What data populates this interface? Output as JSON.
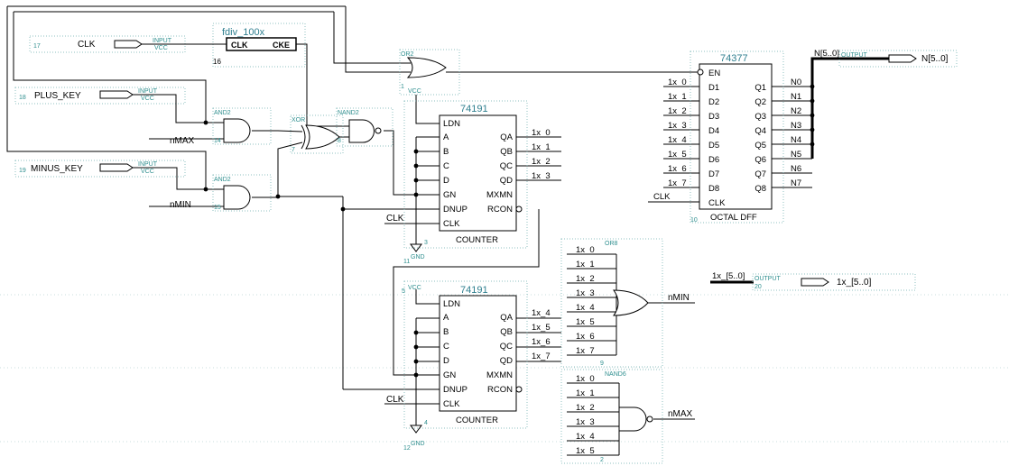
{
  "colors": {
    "wire": "#000000",
    "dotted": "#8fc2c2",
    "teal": "#2f7f8f",
    "bg": "#ffffff"
  },
  "inputs": {
    "clk": {
      "name": "CLK",
      "type": "INPUT",
      "sub": "VCC",
      "num": "17"
    },
    "plus": {
      "name": "PLUS_KEY",
      "type": "INPUT",
      "sub": "VCC",
      "num": "18"
    },
    "minus": {
      "name": "MINUS_KEY",
      "type": "INPUT",
      "sub": "VCC",
      "num": "19"
    }
  },
  "fdiv": {
    "title": "fdiv_100x",
    "pin_in": "CLK",
    "pin_out": "CKE",
    "num": "16"
  },
  "or2": {
    "label": "OR2",
    "vcc": "VCC",
    "num": "1"
  },
  "and_top": {
    "label": "AND2",
    "num": "14"
  },
  "and_bot": {
    "label": "AND2",
    "num": "15"
  },
  "xor": {
    "label": "XOR",
    "num": "7"
  },
  "nand2": {
    "label": "NAND2",
    "num": "8"
  },
  "or8": {
    "label": "OR8",
    "num": "9"
  },
  "nand6": {
    "label": "NAND6",
    "num": "2"
  },
  "nets": {
    "nmax": "nMAX",
    "nmin": "nMIN",
    "clk": "CLK"
  },
  "counter1": {
    "title": "74191",
    "caption": "COUNTER",
    "num": "3",
    "vcc": "",
    "gnd": "GND",
    "gnd_num": "11",
    "left_pins": [
      "LDN",
      "A",
      "B",
      "C",
      "D",
      "GN",
      "DNUP",
      "CLK"
    ],
    "right_pins": [
      "QA",
      "QB",
      "QC",
      "QD",
      "MXMN",
      "RCON"
    ],
    "outputs": [
      "1x_0",
      "1x_1",
      "1x_2",
      "1x_3"
    ]
  },
  "counter2": {
    "title": "74191",
    "caption": "COUNTER",
    "num": "4",
    "vcc": "VCC",
    "vcc_num": "5",
    "gnd": "GND",
    "gnd_num": "12",
    "left_pins": [
      "LDN",
      "A",
      "B",
      "C",
      "D",
      "GN",
      "DNUP",
      "CLK"
    ],
    "right_pins": [
      "QA",
      "QB",
      "QC",
      "QD",
      "MXMN",
      "RCON"
    ],
    "outputs": [
      "1x_4",
      "1x_5",
      "1x_6",
      "1x_7"
    ]
  },
  "dff": {
    "title": "74377",
    "caption": "OCTAL DFF",
    "num": "10",
    "left_pins": [
      "EN",
      "D1",
      "D2",
      "D3",
      "D4",
      "D5",
      "D6",
      "D7",
      "D8",
      "CLK"
    ],
    "right_pins": [
      "Q1",
      "Q2",
      "Q3",
      "Q4",
      "Q5",
      "Q6",
      "Q7",
      "Q8"
    ],
    "inputs": [
      "1x_0",
      "1x_1",
      "1x_2",
      "1x_3",
      "1x_4",
      "1x_5",
      "1x_6",
      "1x_7"
    ],
    "clk": "CLK",
    "outputs": [
      "N0",
      "N1",
      "N2",
      "N3",
      "N4",
      "N5",
      "N6",
      "N7"
    ]
  },
  "out_n": {
    "bus": "N[5..0]",
    "type": "OUTPUT",
    "name": "N[5..0]",
    "num": ""
  },
  "out_x": {
    "bus": "1x_[5..0]",
    "type": "OUTPUT",
    "name": "1x_[5..0]",
    "num": "20"
  },
  "or8_inputs": [
    "1x_0",
    "1x_1",
    "1x_2",
    "1x_3",
    "1x_4",
    "1x_5",
    "1x_6",
    "1x_7"
  ],
  "nand6_inputs": [
    "1x_0",
    "1x_1",
    "1x_2",
    "1x_3",
    "1x_4",
    "1x_5"
  ]
}
